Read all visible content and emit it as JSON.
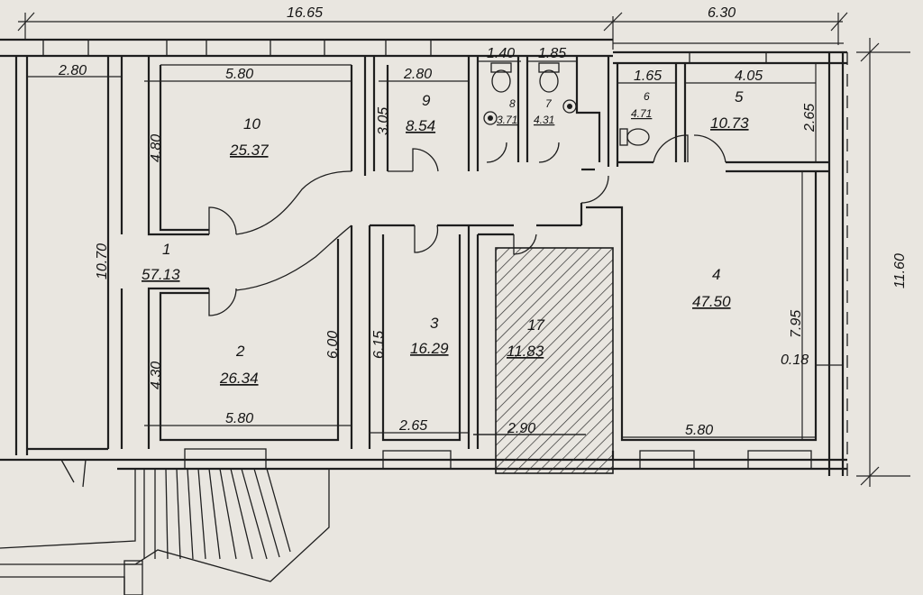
{
  "plan": {
    "overall": {
      "width_left": "16.65",
      "width_right": "6.30",
      "height": "11.60"
    },
    "rooms": [
      {
        "id": "room-1",
        "number": "1",
        "area": "57.13"
      },
      {
        "id": "room-2",
        "number": "2",
        "area": "26.34"
      },
      {
        "id": "room-3",
        "number": "3",
        "area": "16.29"
      },
      {
        "id": "room-4",
        "number": "4",
        "area": "47.50"
      },
      {
        "id": "room-5",
        "number": "5",
        "area": "10.73"
      },
      {
        "id": "room-6",
        "number": "6",
        "area": "4.71"
      },
      {
        "id": "room-7",
        "number": "7",
        "area": "4.31"
      },
      {
        "id": "room-8",
        "number": "8",
        "area": "3.71"
      },
      {
        "id": "room-9",
        "number": "9",
        "area": "8.54"
      },
      {
        "id": "room-10",
        "number": "10",
        "area": "25.37"
      },
      {
        "id": "room-17",
        "number": "17",
        "area": "11.83"
      }
    ],
    "dimensions": [
      "2.80",
      "5.80",
      "2.80",
      "1.40",
      "1.85",
      "1.65",
      "4.05",
      "4.80",
      "3.05",
      "2.65",
      "10.70",
      "4.30",
      "6.00",
      "6.15",
      "7.95",
      "0.18",
      "5.80",
      "2.65",
      "2.90",
      "5.80"
    ]
  }
}
